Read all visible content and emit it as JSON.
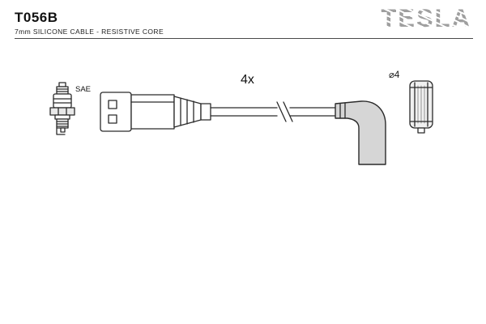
{
  "header": {
    "part_number": "T056B",
    "subtitle": "7mm SILICONE CABLE - RESISTIVE CORE",
    "brand": "TESLA"
  },
  "diagram": {
    "labels": {
      "sae": "SAE",
      "quantity": "4x",
      "diameter": "⌀4"
    },
    "colors": {
      "line": "#2a2a2a",
      "boot_fill": "#d6d6d6",
      "hex_fill": "#e8e8e8",
      "cap_fill": "#f0f0f0",
      "brand_gray": "#9f9f9f"
    }
  }
}
